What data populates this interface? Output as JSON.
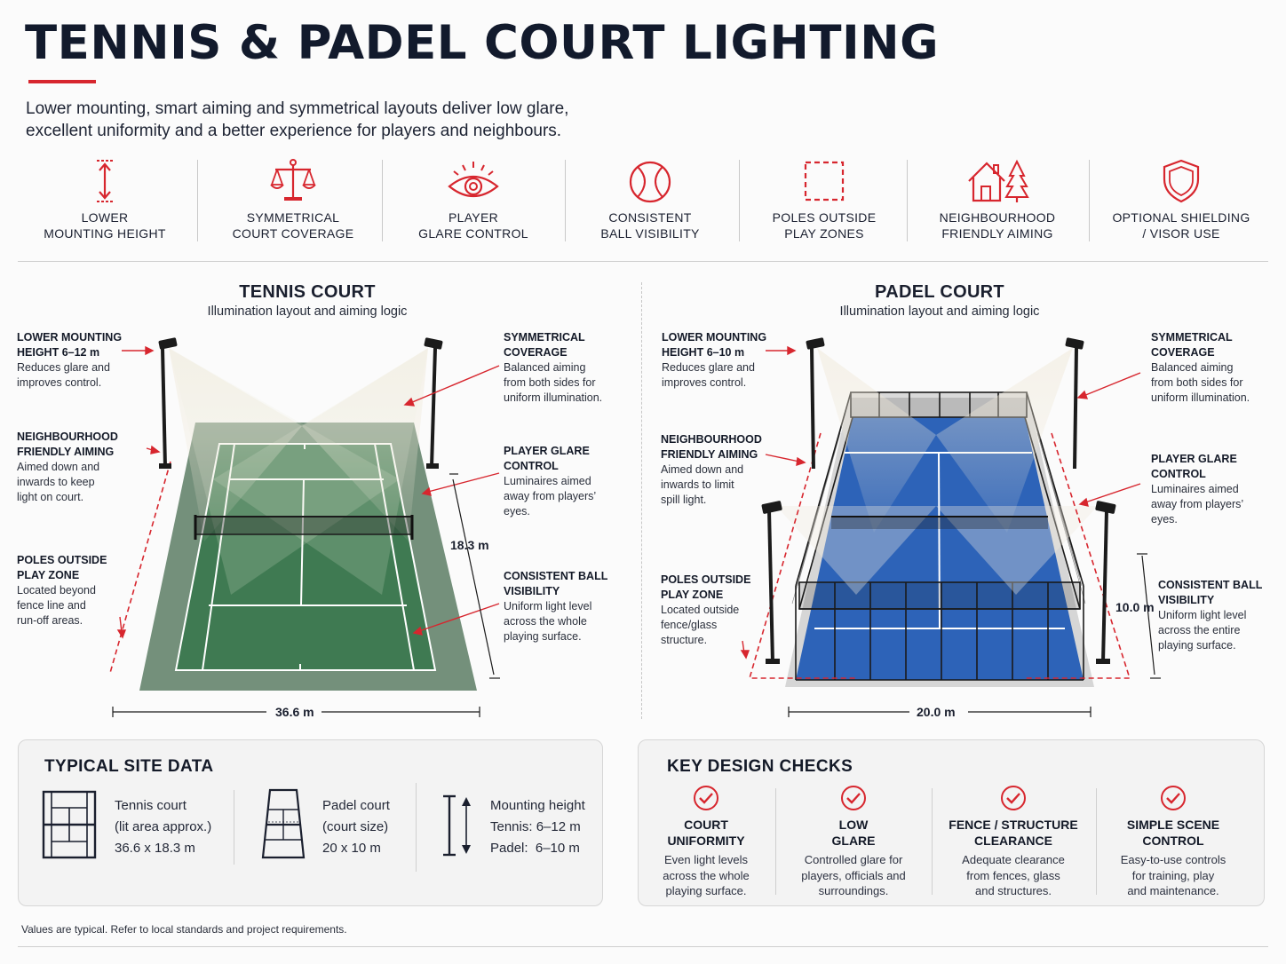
{
  "title": "TENNIS & PADEL COURT LIGHTING",
  "subtitle_line1": "Lower mounting, smart aiming and symmetrical layouts deliver low glare,",
  "subtitle_line2": "excellent uniformity and a better experience for players and neighbours.",
  "features": [
    {
      "icon": "arrows-height-icon",
      "line1": "LOWER",
      "line2": "MOUNTING HEIGHT"
    },
    {
      "icon": "balance-scale-icon",
      "line1": "SYMMETRICAL",
      "line2": "COURT COVERAGE"
    },
    {
      "icon": "eye-icon",
      "line1": "PLAYER",
      "line2": "GLARE CONTROL"
    },
    {
      "icon": "ball-icon",
      "line1": "CONSISTENT",
      "line2": "BALL VISIBILITY"
    },
    {
      "icon": "dashed-square-icon",
      "line1": "POLES OUTSIDE",
      "line2": "PLAY ZONES"
    },
    {
      "icon": "house-tree-icon",
      "line1": "NEIGHBOURHOOD",
      "line2": "FRIENDLY AIMING"
    },
    {
      "icon": "shield-icon",
      "line1": "OPTIONAL SHIELDING",
      "line2": "/ VISOR USE"
    }
  ],
  "tennis": {
    "title": "TENNIS COURT",
    "subtitle": "Illumination layout and aiming logic",
    "callouts": {
      "mounting": {
        "h1": "LOWER MOUNTING",
        "h2": "HEIGHT 6–12 m",
        "t1": "Reduces glare and",
        "t2": "improves control."
      },
      "neighbour": {
        "h1": "NEIGHBOURHOOD",
        "h2": "FRIENDLY AIMING",
        "t1": "Aimed down and",
        "t2": "inwards to keep",
        "t3": "light on court."
      },
      "poles": {
        "h1": "POLES OUTSIDE",
        "h2": "PLAY ZONE",
        "t1": "Located beyond",
        "t2": "fence line and",
        "t3": "run-off areas."
      },
      "symmetry": {
        "h1": "SYMMETRICAL",
        "h2": "COVERAGE",
        "t1": "Balanced aiming",
        "t2": "from both sides for",
        "t3": "uniform illumination."
      },
      "glare": {
        "h1": "PLAYER GLARE",
        "h2": "CONTROL",
        "t1": "Luminaires aimed",
        "t2": "away from players’",
        "t3": "eyes."
      },
      "ball": {
        "h1": "CONSISTENT BALL",
        "h2": "VISIBILITY",
        "t1": "Uniform light level",
        "t2": "across the whole",
        "t3": "playing surface."
      }
    },
    "width_dim": "36.6 m",
    "length_dim": "18.3 m"
  },
  "padel": {
    "title": "PADEL COURT",
    "subtitle": "Illumination layout and aiming logic",
    "callouts": {
      "mounting": {
        "h1": "LOWER MOUNTING",
        "h2": "HEIGHT 6–10 m",
        "t1": "Reduces glare and",
        "t2": "improves control."
      },
      "neighbour": {
        "h1": "NEIGHBOURHOOD",
        "h2": "FRIENDLY AIMING",
        "t1": "Aimed down and",
        "t2": "inwards to limit",
        "t3": "spill light."
      },
      "poles": {
        "h1": "POLES OUTSIDE",
        "h2": "PLAY ZONE",
        "t1": "Located outside",
        "t2": "fence/glass",
        "t3": "structure."
      },
      "symmetry": {
        "h1": "SYMMETRICAL",
        "h2": "COVERAGE",
        "t1": "Balanced aiming",
        "t2": "from both sides for",
        "t3": "uniform illumination."
      },
      "glare": {
        "h1": "PLAYER GLARE",
        "h2": "CONTROL",
        "t1": "Luminaires aimed",
        "t2": "away from players’",
        "t3": "eyes."
      },
      "ball": {
        "h1": "CONSISTENT BALL",
        "h2": "VISIBILITY",
        "t1": "Uniform light level",
        "t2": "across the entire",
        "t3": "playing surface."
      }
    },
    "width_dim": "20.0 m",
    "length_dim": "10.0 m"
  },
  "site": {
    "title": "TYPICAL SITE DATA",
    "tennis": {
      "l1": "Tennis court",
      "l2": "(lit area approx.)",
      "l3": "36.6 x 18.3 m"
    },
    "padel": {
      "l1": "Padel court",
      "l2": "(court size)",
      "l3": "20 x 10 m"
    },
    "mount": {
      "l1": "Mounting height",
      "l2": "Tennis: 6–12 m",
      "l3": "Padel:  6–10 m"
    }
  },
  "checks": {
    "title": "KEY DESIGN CHECKS",
    "items": [
      {
        "h1": "COURT",
        "h2": "UNIFORMITY",
        "t1": "Even light levels",
        "t2": "across the whole",
        "t3": "playing surface."
      },
      {
        "h1": "LOW",
        "h2": "GLARE",
        "t1": "Controlled glare for",
        "t2": "players, officials and",
        "t3": "surroundings."
      },
      {
        "h1": "FENCE / STRUCTURE",
        "h2": "CLEARANCE",
        "t1": "Adequate clearance",
        "t2": "from fences, glass",
        "t3": "and structures."
      },
      {
        "h1": "SIMPLE SCENE",
        "h2": "CONTROL",
        "t1": "Easy-to-use controls",
        "t2": "for training, play",
        "t3": "and maintenance."
      }
    ]
  },
  "footnote": "Values are typical. Refer to local standards and project requirements.",
  "colors": {
    "accent": "#d7262e",
    "navy": "#121a2c",
    "tennis_green": "#3f7a52",
    "tennis_apron": "#6f8c76",
    "padel_blue": "#2d63b8"
  }
}
